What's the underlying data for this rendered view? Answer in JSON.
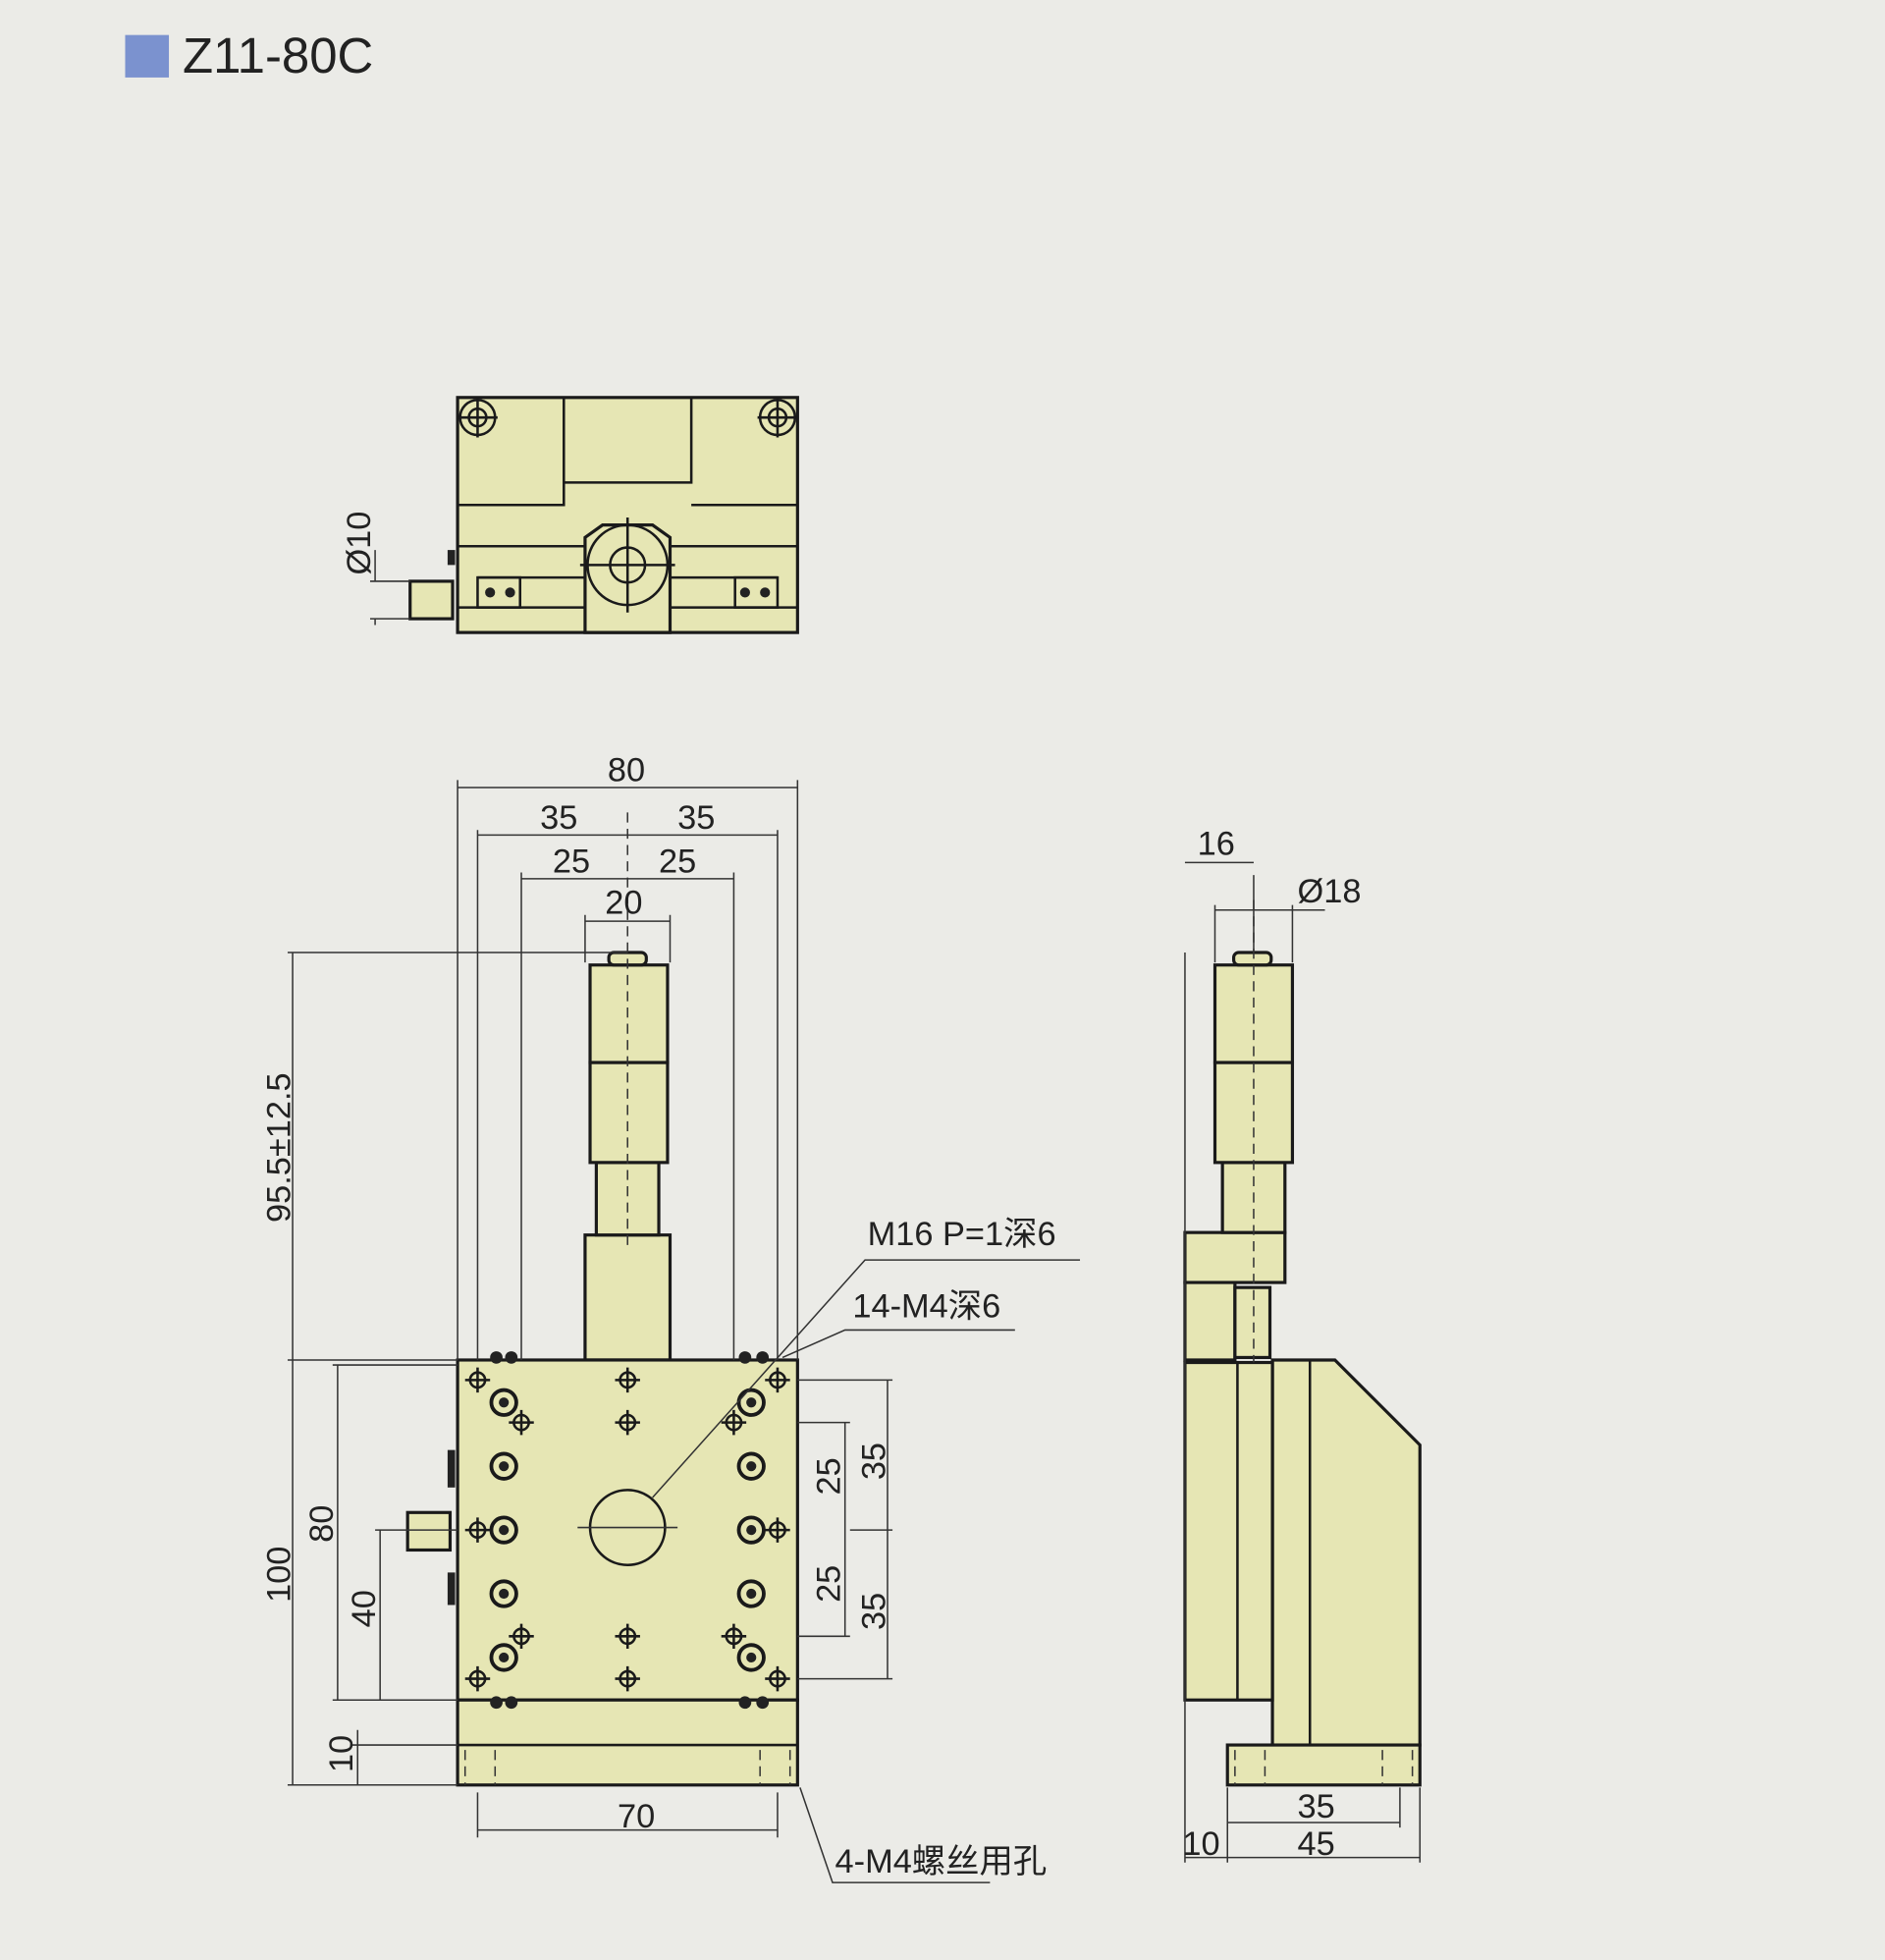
{
  "title": "Z11-80C",
  "colors": {
    "accent": "#7b92cf",
    "part_fill": "#e6e6b4",
    "background": "#ebebe7"
  },
  "top_view": {
    "dia_knob": "Ø10"
  },
  "front_view": {
    "width": "80",
    "half_outer_l": "35",
    "half_outer_r": "35",
    "half_inner_l": "25",
    "half_inner_r": "25",
    "center": "20",
    "travel": "95.5±12.5",
    "hole_v_25a": "25",
    "hole_v_35a": "35",
    "hole_v_25b": "25",
    "hole_v_35b": "35",
    "height_80": "80",
    "height_100": "100",
    "height_40": "40",
    "base_10": "10",
    "base_70": "70",
    "note_center": "M16 P=1深6",
    "note_holes": "14-M4深6",
    "note_base": "4-M4螺丝用孔"
  },
  "side_view": {
    "offset_16": "16",
    "dia_18": "Ø18",
    "base_10": "10",
    "base_35": "35",
    "base_45": "45"
  }
}
